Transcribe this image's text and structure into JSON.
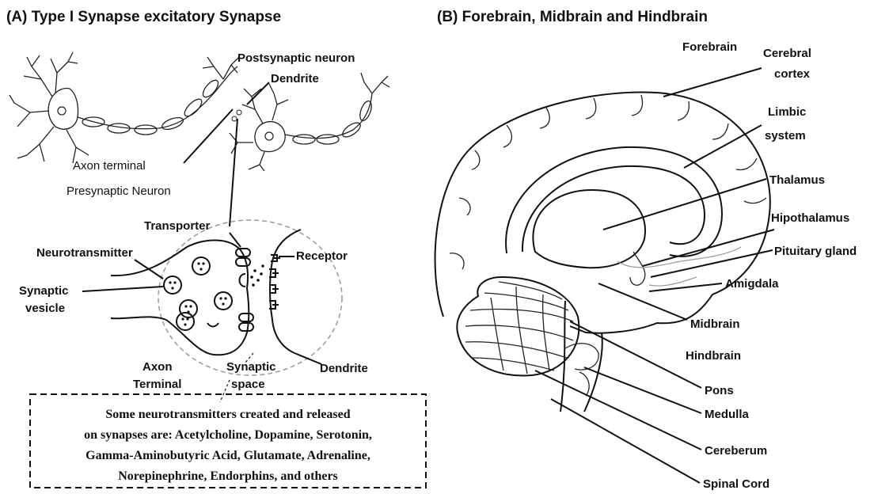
{
  "panel_a": {
    "title": "(A) Type I Synapse excitatory Synapse",
    "labels": {
      "postsynaptic_neuron": "Postsynaptic neuron",
      "dendrite_top": "Dendrite",
      "axon_terminal": "Axon terminal",
      "presynaptic_neuron": "Presynaptic Neuron",
      "transporter": "Transporter",
      "neurotransmitter": "Neurotransmitter",
      "receptor": "Receptor",
      "synaptic_vesicle_1": "Synaptic",
      "synaptic_vesicle_2": "vesicle",
      "axon_terminal_b1": "Axon",
      "axon_terminal_b2": "Terminal",
      "synaptic_space_1": "Synaptic",
      "synaptic_space_2": "space",
      "dendrite_bottom": "Dendrite"
    },
    "note": [
      "Some neurotransmitters created and released",
      "on synapses are: Acetylcholine, Dopamine, Serotonin,",
      "Gamma-Aminobutyric Acid, Glutamate, Adrenaline,",
      "Norepinephrine, Endorphins, and others"
    ]
  },
  "panel_b": {
    "title": "(B) Forebrain, Midbrain and Hindbrain",
    "labels": {
      "forebrain": "Forebrain",
      "cerebral_1": "Cerebral",
      "cerebral_2": "cortex",
      "limbic_1": "Limbic",
      "limbic_2": "system",
      "thalamus": "Thalamus",
      "hipothalamus": "Hipothalamus",
      "pituitary": "Pituitary gland",
      "amigdala": "Amigdala",
      "midbrain": "Midbrain",
      "hindbrain": "Hindbrain",
      "pons": "Pons",
      "medulla": "Medulla",
      "cereberum": "Cereberum",
      "spinal": "Spinal Cord"
    }
  }
}
